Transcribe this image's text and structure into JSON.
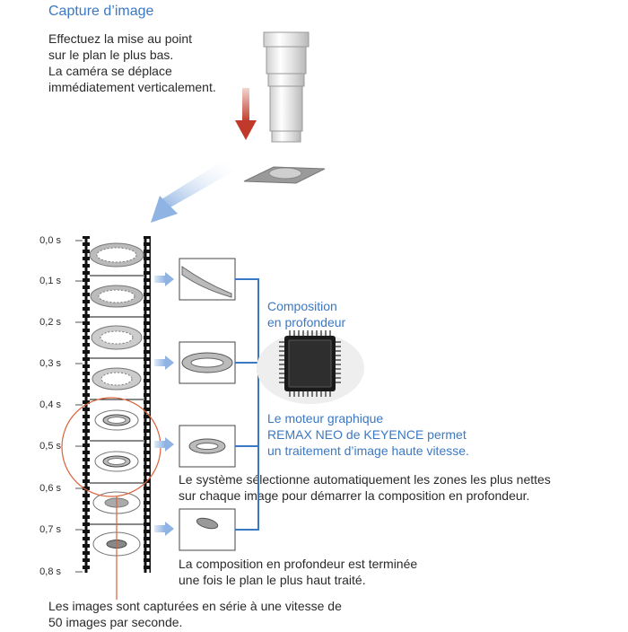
{
  "title": "Capture d’image",
  "instruction": "Effectuez la mise au point\nsur le plan le plus bas.\nLa caméra se déplace\nimmédiatement verticalement.",
  "composition_label": "Composition\nen profondeur",
  "engine_text": "Le moteur graphique\nREMAX NEO de KEYENCE permet\nun traitement d’image haute vitesse.",
  "selection_text": "Le système sélectionne automatiquement les zones les plus nettes\nsur chaque image pour démarrer la composition en profondeur.",
  "completion_text": "La composition en profondeur est terminée\nune fois le plan le plus haut traité.",
  "capture_text": "Les images sont capturées en série à une vitesse de\n50 images par seconde.",
  "time_labels": [
    "0,0 s",
    "0,1 s",
    "0,2 s",
    "0,3 s",
    "0,4 s",
    "0,5 s",
    "0,6 s",
    "0,7 s",
    "0,8 s"
  ],
  "colors": {
    "accent_blue": "#3b78c4",
    "arrow_red": "#c0392b",
    "highlight_circle": "#d9623b",
    "light_blue_arrow": "#9dbde6"
  }
}
